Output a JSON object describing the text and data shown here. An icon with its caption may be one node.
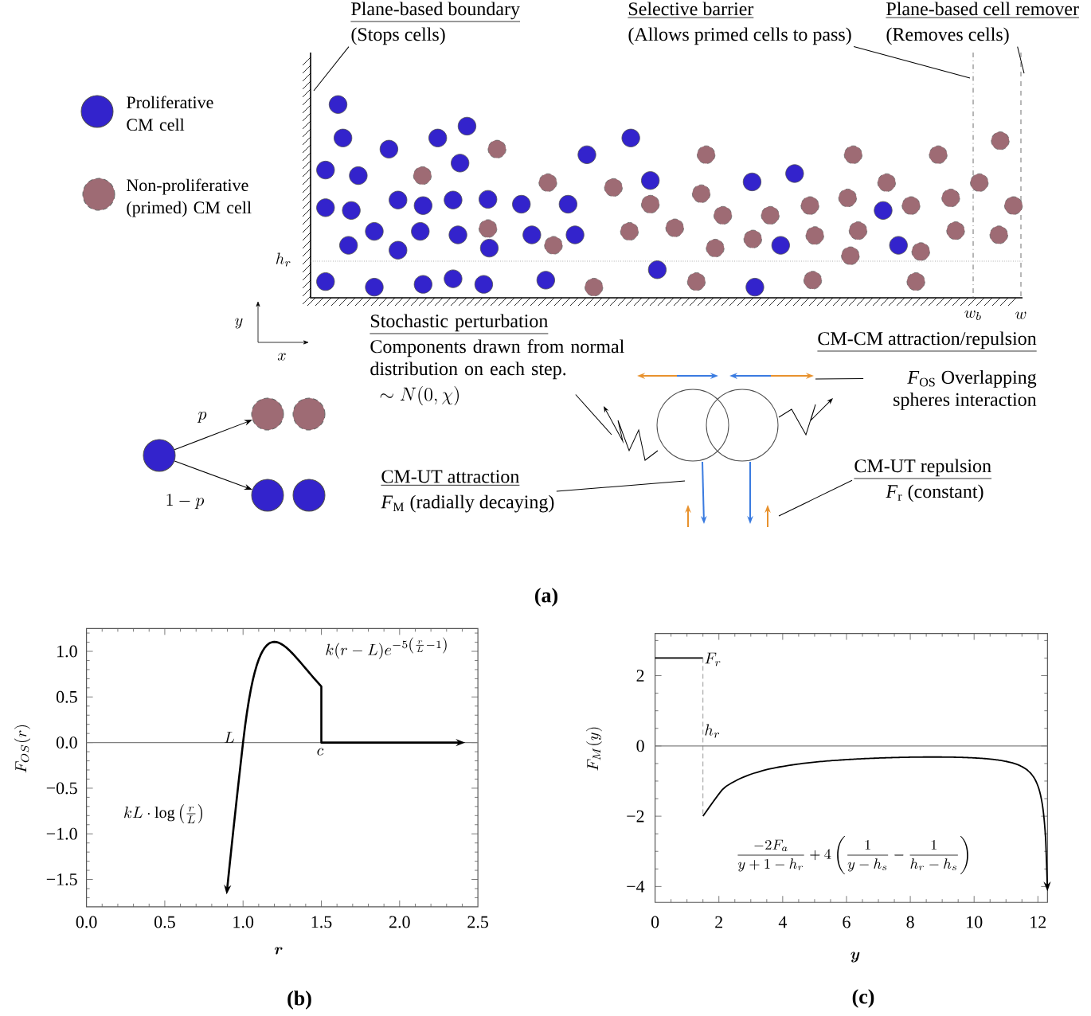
{
  "diagram": {
    "nodes": [
      {
        "text": [
          "Plane-based boundary",
          "(Stops cells)"
        ]
      },
      {
        "text": [
          "Selective barrier",
          "(Allows primed cells to pass)"
        ]
      },
      {
        "text": [
          "Plane-based cell remover",
          "(Removes cells)"
        ]
      },
      {
        "text": [
          "Stochastic perturbation",
          "Components drawn from normal distribution on each step.",
          "\\sim N(0,\\chi)"
        ]
      },
      {
        "text": [
          "CM-CM attraction/repulsion",
          "*F*$_{OS}$ Overlapping spheres interaction"
        ]
      },
      {
        "text": [],
        "shape": "circle"
      },
      {
        "text": [],
        "shape": "circle"
      },
      {
        "text": [],
        "shape": "circle"
      },
      {
        "text": [],
        "shape": "circle"
      },
      {
        "text": [],
        "shape": "circle"
      },
      {
        "text": [
          "CM-UT attraction",
          "*F*$_{M}$ (radially decaying)"
        ]
      },
      {
        "text": [
          "CM-UT repulsion",
          "*F*$_{r}$ (constant)"
        ]
      }
    ],
    "edges": [
      {
        "from": 0,
        "to": null,
        "arrow": "none"
      },
      {
        "from": 1,
        "to": null,
        "arrow": "none"
      },
      {
        "from": 2,
        "to": null,
        "arrow": "none"
      },
      {
        "from": 3,
        "to": null,
        "arrow": "none"
      },
      {
        "from": 4,
        "to": null,
        "arrow": "none"
      },
      {
        "from": 5,
        "to": 6,
        "arrow": "to",
        "label": "p"
      },
      {
        "from": 5,
        "to": 8,
        "arrow": "to",
        "label": "1-p"
      },
      {
        "from": 10,
        "to": null,
        "arrow": "none"
      },
      {
        "from": 11,
        "to": null,
        "arrow": "none"
      }
    ],
    "labels": [
      "h_r",
      "y",
      "x",
      "w_b",
      "w",
      "(a)",
      "F_{OS}(r)",
      "1.0",
      "0.5",
      "0.0",
      "−0.5",
      "−1.0",
      "−1.5",
      "0.0",
      "0.5",
      "1.0",
      "1.5",
      "2.0",
      "2.5",
      "k(r-L)e^{-5\\left(\\frac{r}{L}-1\\right)}",
      "L",
      "c",
      "kL\\cdot\\log\\left(\\frac{r}{L}\\right)",
      "r",
      "(b)",
      "F_M(y)",
      "2",
      "0",
      "−2",
      "−4",
      "0",
      "2",
      "4",
      "6",
      "8",
      "10",
      "12",
      "y",
      "F_r",
      "h_r",
      "\\frac{-2F_a}{y+1-h_r}+4\\left(\\frac{1}{y-h_s}-\\frac{1}{h_r-h_s}\\right)",
      "(c)"
    ],
    "legend": [
      {
        "text": "Proliferative CM cell"
      },
      {
        "text": "Non-proliferative (primed) CM cell"
      }
    ]
  }
}
